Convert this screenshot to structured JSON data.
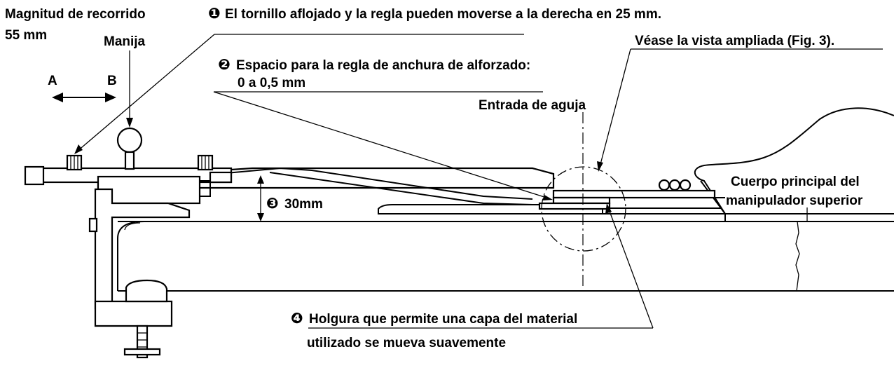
{
  "labels": {
    "travel_title": "Magnitud de recorrido",
    "travel_value": "55 mm",
    "handle": "Manija",
    "dir_a": "A",
    "dir_b": "B",
    "note1_marker": "❶",
    "note1": "El tornillo aflojado y la regla pueden moverse a la derecha en 25 mm.",
    "see_detail": "Véase la vista ampliada (Fig. 3).",
    "note2_marker": "❷",
    "note2_line1": "Espacio para la regla de anchura de alforzado:",
    "note2_line2": "0 a 0,5 mm",
    "needle_entry": "Entrada de aguja",
    "note3_marker": "❸",
    "note3": "30mm",
    "upper_body_line1": "Cuerpo principal del",
    "upper_body_line2": "manipulador superior",
    "note4_marker": "❹",
    "note4_line1": "Holgura que permite una capa del material",
    "note4_line2": "utilizado se mueva suavemente"
  }
}
